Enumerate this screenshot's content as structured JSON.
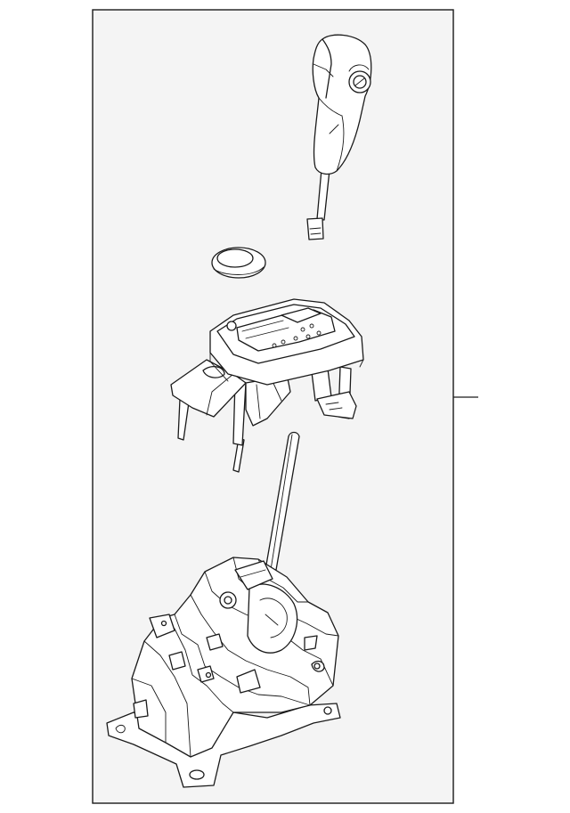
{
  "diagram": {
    "background": "#ffffff",
    "panel_fill": "#f4f4f4",
    "line_color": "#1a1a1a",
    "parts": [
      {
        "id": "shift-knob",
        "icon": "shift-knob-icon"
      },
      {
        "id": "shift-boot-seal",
        "icon": "round-seal-icon"
      },
      {
        "id": "shift-indicator-bezel",
        "icon": "indicator-bezel-icon"
      },
      {
        "id": "shifter-assembly",
        "icon": "shifter-base-icon"
      }
    ]
  }
}
